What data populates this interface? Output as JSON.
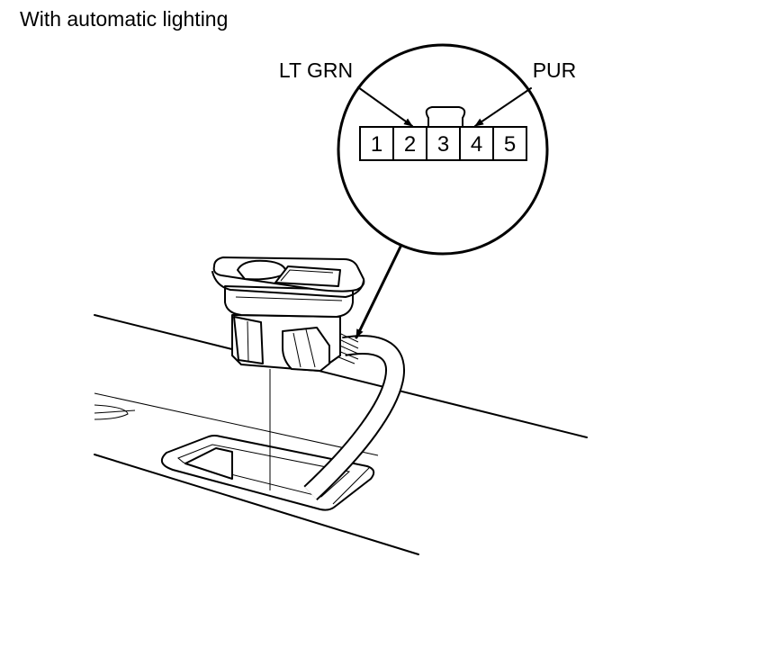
{
  "diagram": {
    "caption": "With automatic lighting",
    "connector": {
      "pins": [
        "1",
        "2",
        "3",
        "4",
        "5"
      ]
    },
    "wires": [
      {
        "color_code": "LT GRN",
        "pin": "2"
      },
      {
        "color_code": "PUR",
        "pin": "4"
      }
    ]
  }
}
